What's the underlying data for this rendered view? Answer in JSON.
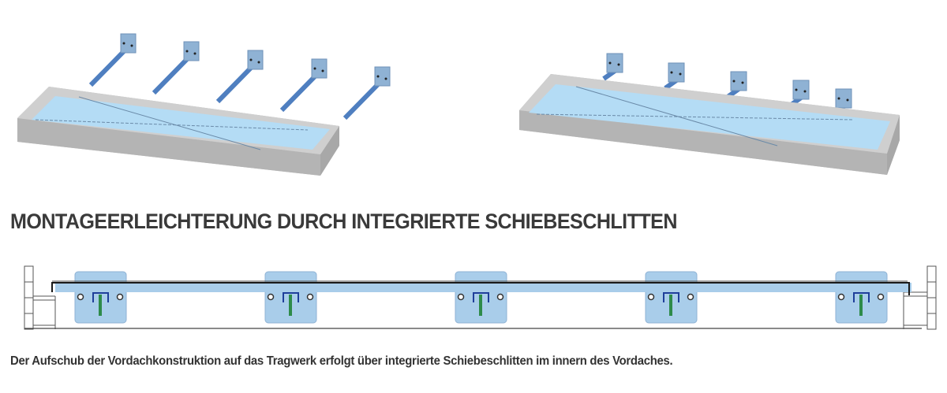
{
  "heading": "MONTAGEERLEICHTERUNG DURCH INTEGRIERTE SCHIEBESCHLITTEN",
  "caption": "Der Aufschub der Vordachkonstruktion auf das Tragwerk erfolgt über integrierte Schiebeschlitten im innern des Vordaches.",
  "figures": {
    "left": {
      "description": "Canopy frame before mounting, with five wall brackets separated",
      "bracket_count": 5
    },
    "right": {
      "description": "Canopy frame slid onto five wall brackets",
      "bracket_count": 5
    },
    "section": {
      "description": "Cross-section with five integrated sliding carriages",
      "carriage_count": 5
    }
  },
  "colors": {
    "glass": "#b4dcf5",
    "frame": "#bdbdbd",
    "frame_dark": "#9a9a9a",
    "bracket": "#4f7fc0",
    "plate": "#8fb2d4",
    "carriage": "#a9cdea",
    "beam": "#a9cdea",
    "carriage_stem": "#2e8b4a",
    "text": "#3a3a3a"
  }
}
